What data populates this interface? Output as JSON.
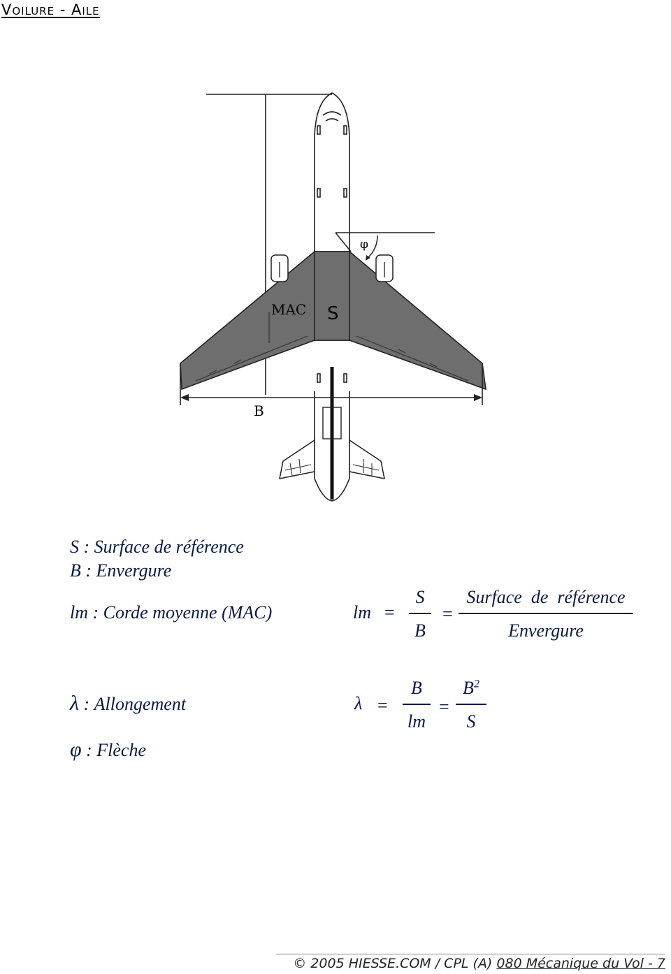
{
  "header": {
    "title": "Voilure - Aile"
  },
  "diagram": {
    "label_mac": "MAC",
    "label_s": "S",
    "label_b": "B",
    "label_phi": "φ",
    "wing_color": "#6e6e6e"
  },
  "definitions": {
    "s_def": "S : Surface de référence",
    "b_def": "B : Envergure",
    "lm_def": "lm : Corde moyenne (MAC)",
    "lambda_symbol": "λ",
    "lambda_def": " : Allongement",
    "phi_symbol": "φ",
    "phi_def": " : Flèche"
  },
  "formula_lm": {
    "lhs": "lm",
    "eq": "=",
    "num1": "S",
    "den1": "B",
    "num2": "Surface  de  référence",
    "den2": "Envergure"
  },
  "formula_lambda": {
    "lhs": "λ",
    "eq": "=",
    "num1": "B",
    "den1": "lm",
    "num2": "B",
    "exp2": "2",
    "den2": "S"
  },
  "footer": {
    "copyright": "© 2005 HIESSE.COM / CPL (A)",
    "subject": "080 Mécanique du Vol - 7"
  }
}
